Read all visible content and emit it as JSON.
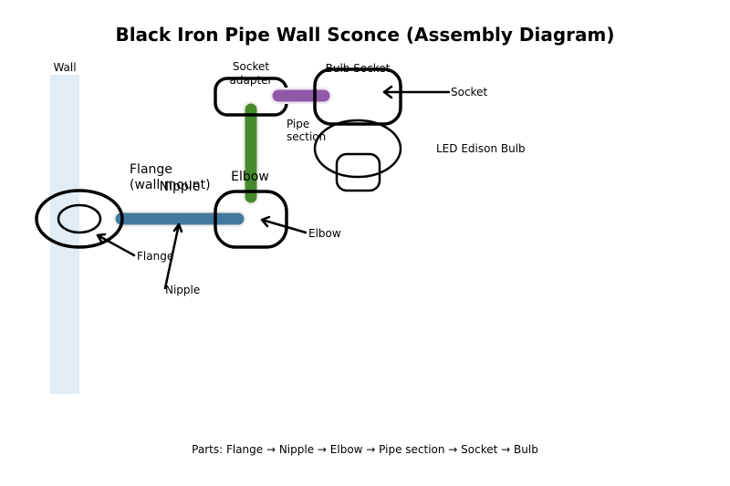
{
  "title": "Black Iron Pipe Wall Sconce (Assembly Diagram)",
  "labels": {
    "wall": "Wall",
    "socket_adapter_1": "Socket",
    "socket_adapter_2": "adapter",
    "bulb_socket": "Bulb Socket",
    "socket": "Socket",
    "pipe_section_1": "Pipe",
    "pipe_section_2": "section",
    "led_bulb": "LED Edison Bulb",
    "flange_wall_1": "Flange",
    "flange_wall_2": "(wall mount)",
    "nipple_top": "Nipple",
    "elbow_top": "Elbow",
    "elbow_callout": "Elbow",
    "flange_callout": "Flange",
    "nipple_callout": "Nipple"
  },
  "footer": "Parts: Flange → Nipple → Elbow → Pipe section → Socket → Bulb",
  "colors": {
    "wall": "#e2ecf4",
    "nipple": "#44799e",
    "pipe_section": "#458b2d",
    "socket_adapter_pipe": "#905aa8",
    "outline": "#000000"
  }
}
